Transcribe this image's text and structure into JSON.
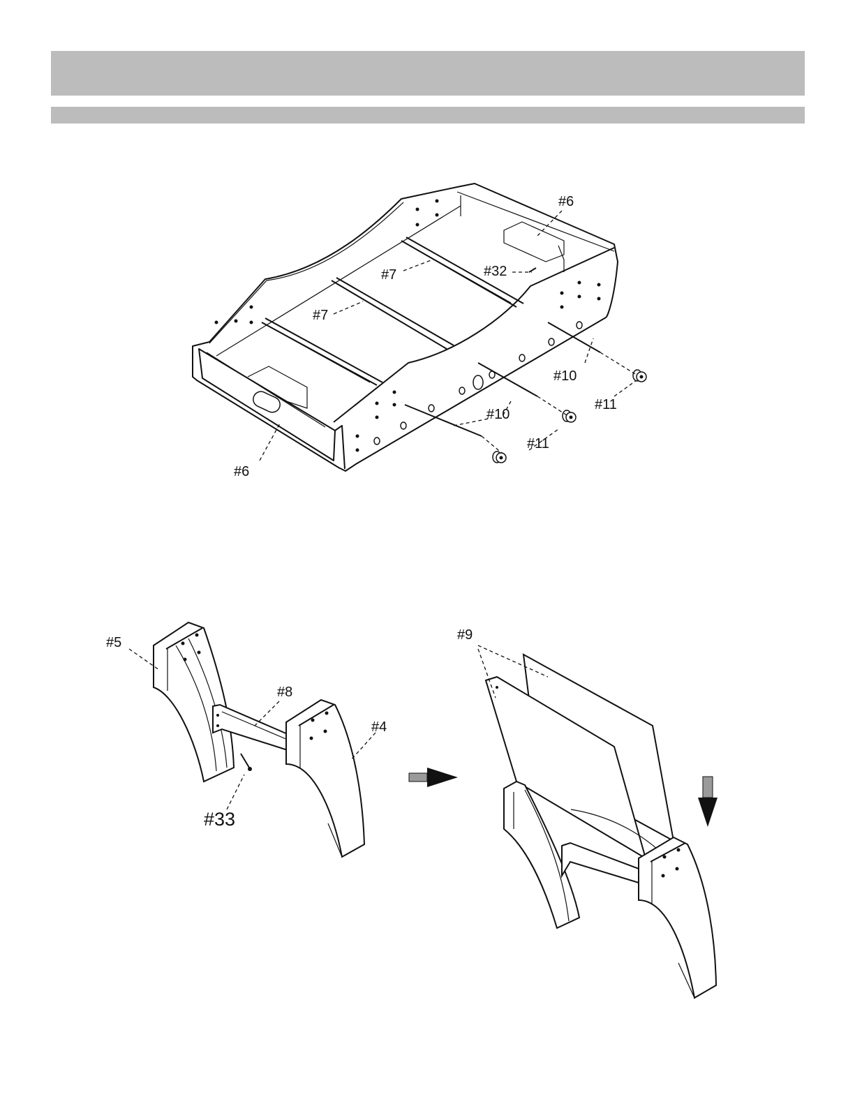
{
  "header": {
    "title": "",
    "subtitle": ""
  },
  "figure_top": {
    "labels": {
      "top_end_panel": "#6",
      "front_end_panel": "#6",
      "rail_upper": "#7",
      "rail_lower": "#7",
      "screw_32": "#32",
      "rod_rear": "#10",
      "rod_front": "#10",
      "nut_rear": "#11",
      "nut_front": "#11"
    }
  },
  "figure_bottom": {
    "labels": {
      "leg_left": "#5",
      "crossbar": "#8",
      "leg_right": "#4",
      "screw_33": "#33",
      "boards": "#9"
    },
    "arrow_icon": "right-arrow-icon",
    "down_arrow_icon": "down-arrow-icon"
  }
}
